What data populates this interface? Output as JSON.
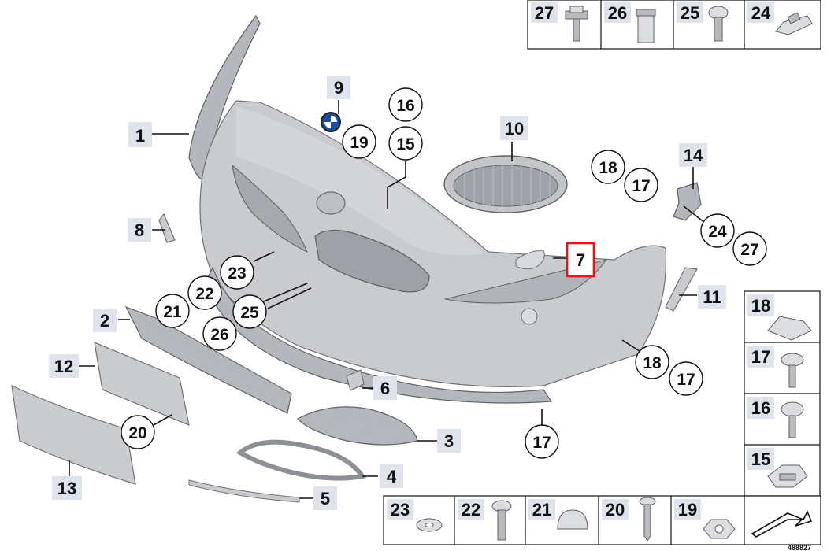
{
  "diagram": {
    "callouts": {
      "c1": "1",
      "c2": "2",
      "c3": "3",
      "c4": "4",
      "c5": "5",
      "c6": "6",
      "c7": "7",
      "c8": "8",
      "c9": "9",
      "c10": "10",
      "c11": "11",
      "c12": "12",
      "c13": "13",
      "c14": "14",
      "c17a": "17",
      "c15a": "15",
      "c16a": "16",
      "c18a": "18",
      "c17b": "17",
      "c24a": "24",
      "c27a": "27",
      "c18b": "18",
      "c17c": "17",
      "c19a": "19",
      "c20a": "20",
      "c21a": "21",
      "c22a": "22",
      "c23a": "23",
      "c25a": "25",
      "c26a": "26"
    },
    "hardware_top": [
      "27",
      "26",
      "25",
      "24"
    ],
    "hardware_right": [
      "18",
      "17",
      "16",
      "15"
    ],
    "hardware_bottom": [
      "23",
      "22",
      "21",
      "20",
      "19"
    ],
    "highlight_color": "#e3131b",
    "tile_color": "#dfe3ec",
    "footer_code": "488827"
  }
}
